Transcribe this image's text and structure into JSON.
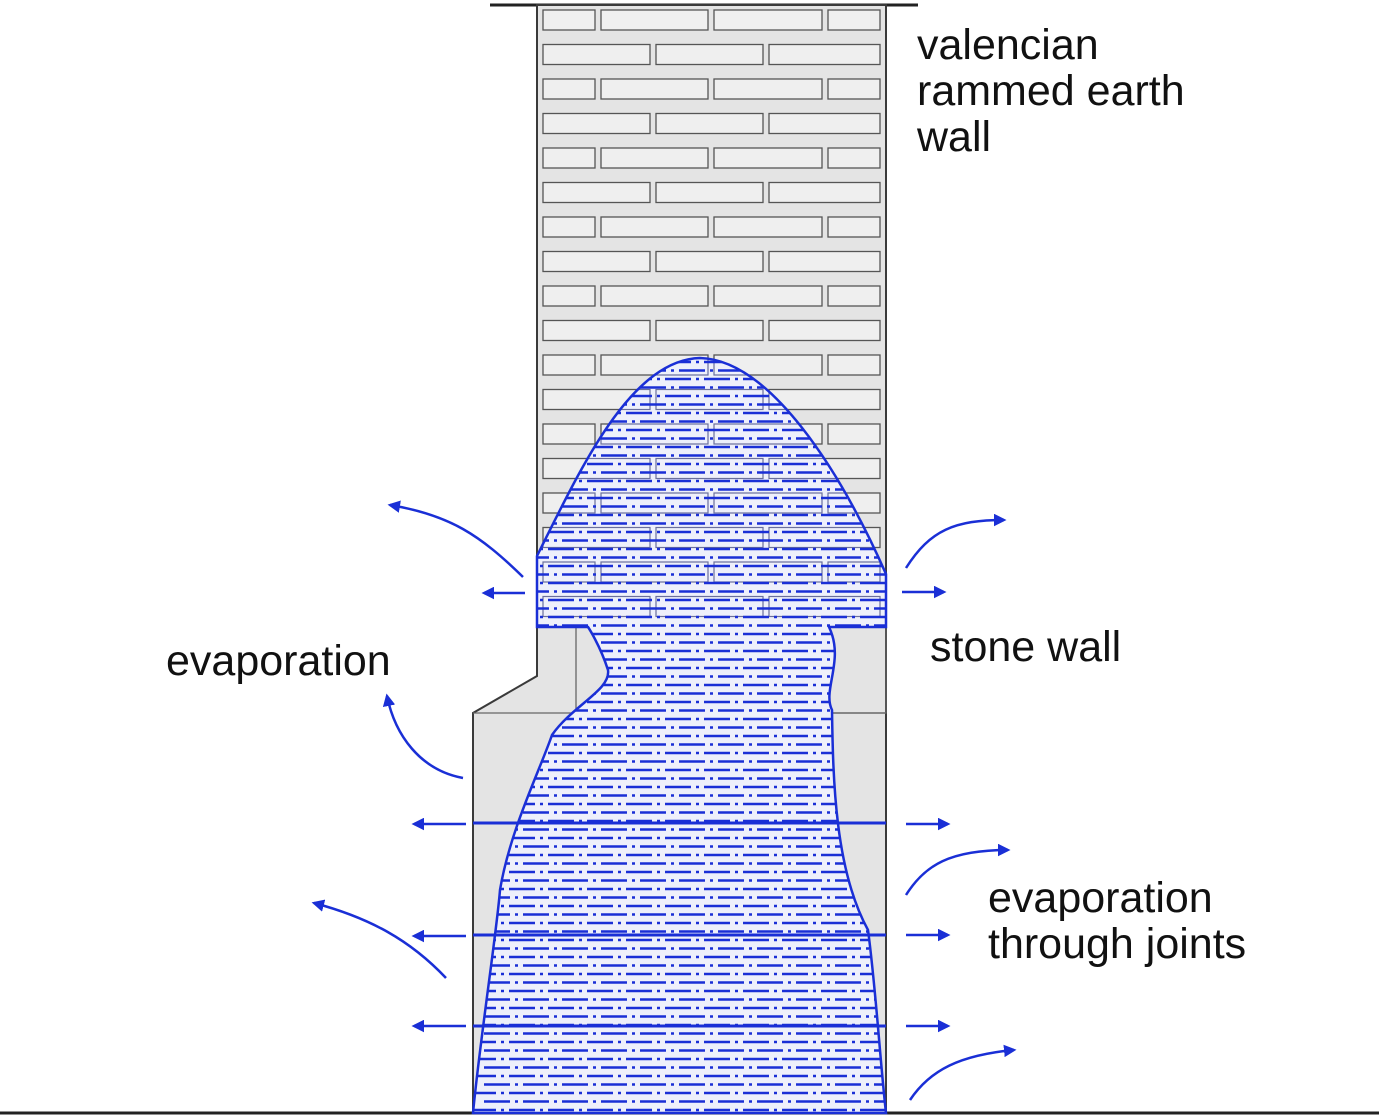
{
  "labels": {
    "rammed_earth_wall": [
      "valencian",
      "rammed earth",
      "wall"
    ],
    "evaporation_left": "evaporation",
    "stone_wall": "stone wall",
    "evaporation_joints": [
      "evaporation",
      "through joints"
    ]
  },
  "colors": {
    "moisture": "#1a2fd6",
    "wall_fill": "#e4e4e4",
    "brick_fill": "#efefef",
    "outline": "#3a3a3a",
    "text": "#111111"
  }
}
